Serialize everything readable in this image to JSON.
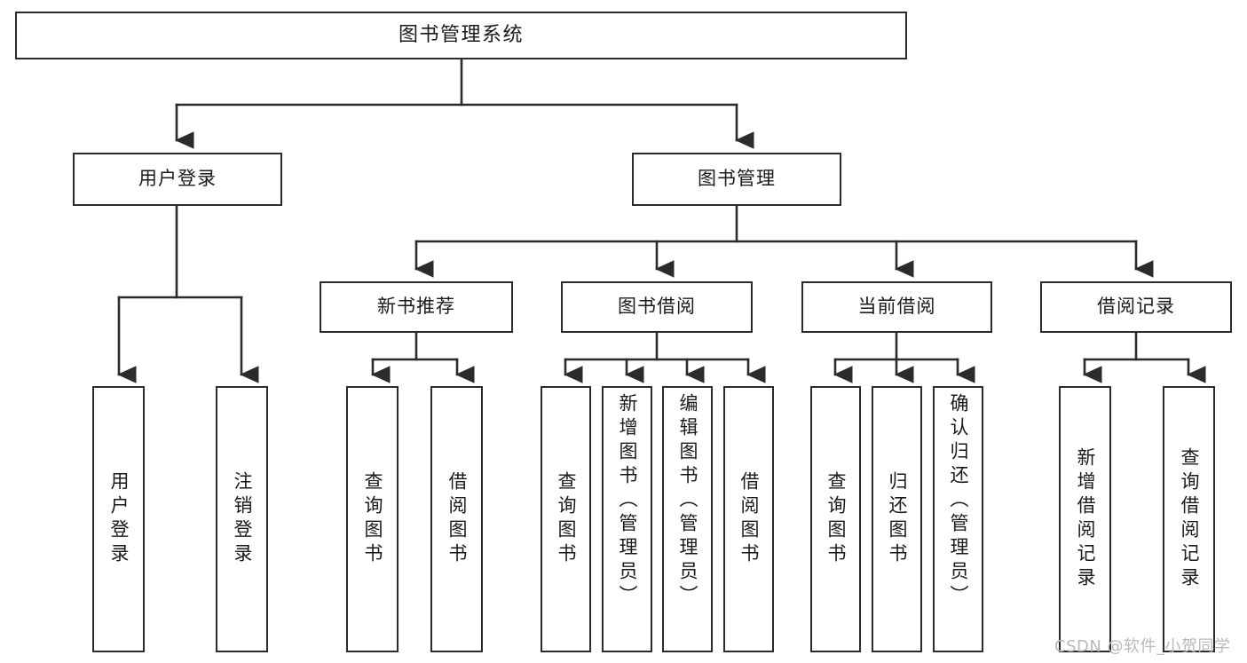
{
  "diagram": {
    "type": "tree",
    "title": "图书管理系统",
    "root": {
      "label": "图书管理系统"
    },
    "level2": [
      {
        "label": "用户登录"
      },
      {
        "label": "图书管理"
      }
    ],
    "level3": [
      {
        "label": "新书推荐"
      },
      {
        "label": "图书借阅"
      },
      {
        "label": "当前借阅"
      },
      {
        "label": "借阅记录"
      }
    ],
    "leaves": [
      {
        "label": "用户登录",
        "parent": "用户登录"
      },
      {
        "label": "注销登录",
        "parent": "用户登录"
      },
      {
        "label": "查询图书",
        "parent": "新书推荐"
      },
      {
        "label": "借阅图书",
        "parent": "新书推荐"
      },
      {
        "label": "查询图书",
        "parent": "图书借阅"
      },
      {
        "label": "新增图书（管理员）",
        "parent": "图书借阅"
      },
      {
        "label": "编辑图书（管理员）",
        "parent": "图书借阅"
      },
      {
        "label": "借阅图书",
        "parent": "图书借阅"
      },
      {
        "label": "查询图书",
        "parent": "当前借阅"
      },
      {
        "label": "归还图书",
        "parent": "当前借阅"
      },
      {
        "label": "确认归还（管理员）",
        "parent": "当前借阅"
      },
      {
        "label": "新增借阅记录",
        "parent": "借阅记录"
      },
      {
        "label": "查询借阅记录",
        "parent": "借阅记录"
      }
    ]
  },
  "watermark": {
    "text": "CSDN @软件_小贺同学"
  },
  "colors": {
    "stroke": "#2b2b2b",
    "background": "#ffffff",
    "text": "#1a1a1a",
    "watermark": "#b9b9b9"
  }
}
